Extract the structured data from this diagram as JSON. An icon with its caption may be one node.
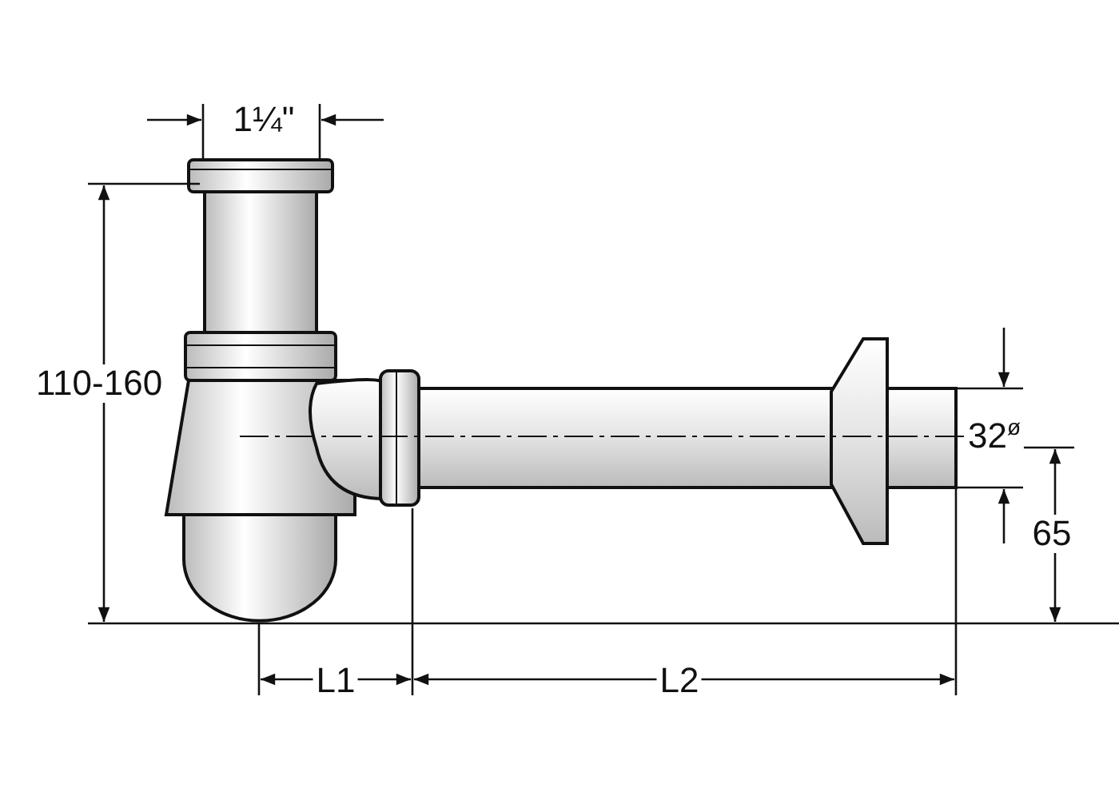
{
  "diagram": {
    "labels": [
      "1¼\"",
      "110-160",
      "32$^{ø}$",
      "65",
      "L1",
      "L2"
    ]
  }
}
